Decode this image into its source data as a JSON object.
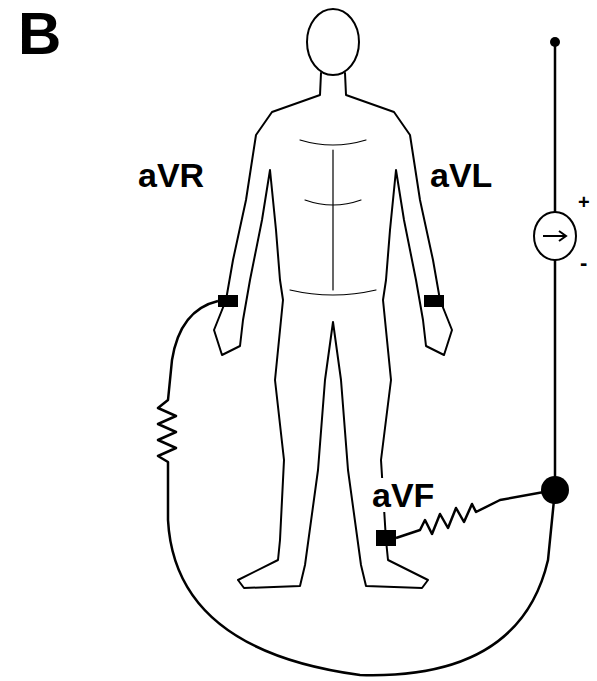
{
  "diagram": {
    "labels": [
      "B",
      "aVR",
      "aVL",
      "aVF",
      "+",
      "-"
    ]
  }
}
